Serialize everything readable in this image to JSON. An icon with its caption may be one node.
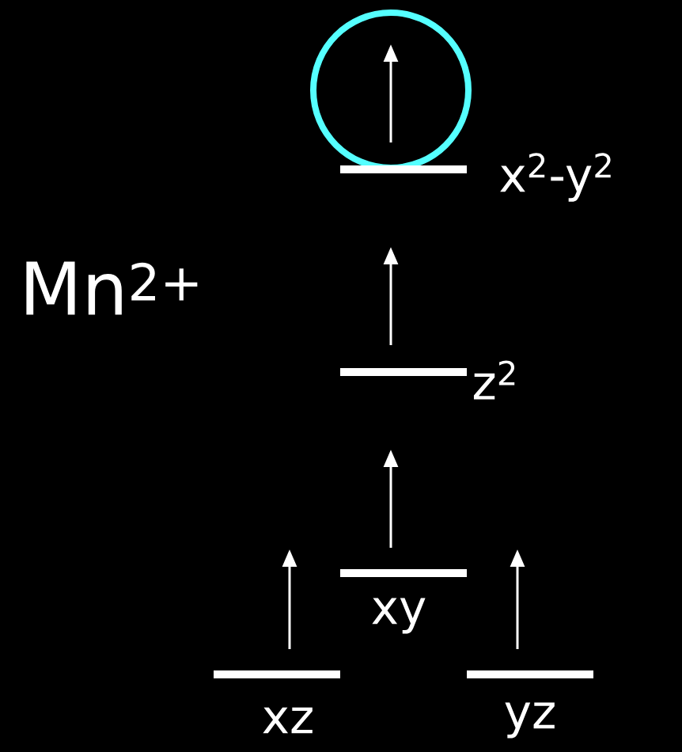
{
  "diagram": {
    "nodes": [
      {
        "text": [
          "x$^{2}$-y$^{2}$"
        ]
      },
      {
        "text": [
          "z$^{2}$"
        ]
      },
      {
        "text": [
          "xy"
        ]
      },
      {
        "text": [
          "xz"
        ]
      },
      {
        "text": [
          "yz"
        ]
      }
    ],
    "labels": [
      "Mn$^{2+}$"
    ]
  }
}
